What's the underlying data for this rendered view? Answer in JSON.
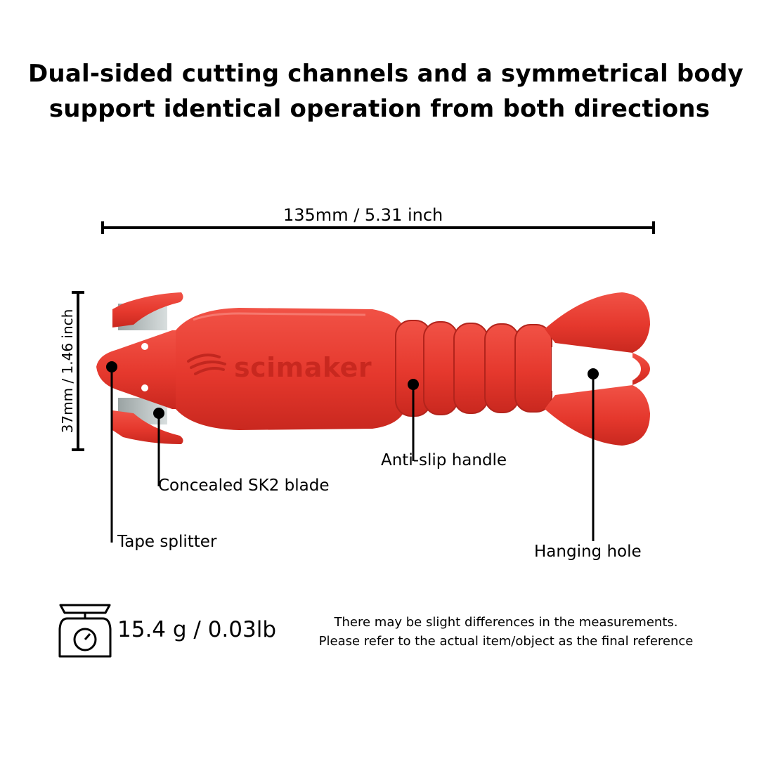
{
  "headline": {
    "line1": "Dual-sided cutting channels and a symmetrical body",
    "line2": "support identical operation from both directions"
  },
  "dimensions": {
    "width_label": "135mm / 5.31 inch",
    "height_label": "37mm / 1.46 inch"
  },
  "product": {
    "brand_logo_text": "scimaker",
    "color": "#e8392f"
  },
  "callouts": {
    "tape_splitter": "Tape splitter",
    "blade": "Concealed SK2 blade",
    "handle": "Anti-slip handle",
    "hanging_hole": "Hanging hole"
  },
  "weight": {
    "icon": "kitchen-scale-icon",
    "value": "15.4 g / 0.03lb"
  },
  "disclaimer": {
    "line1": "There may be slight differences in the measurements.",
    "line2": "Please refer to the actual item/object as the final reference"
  }
}
